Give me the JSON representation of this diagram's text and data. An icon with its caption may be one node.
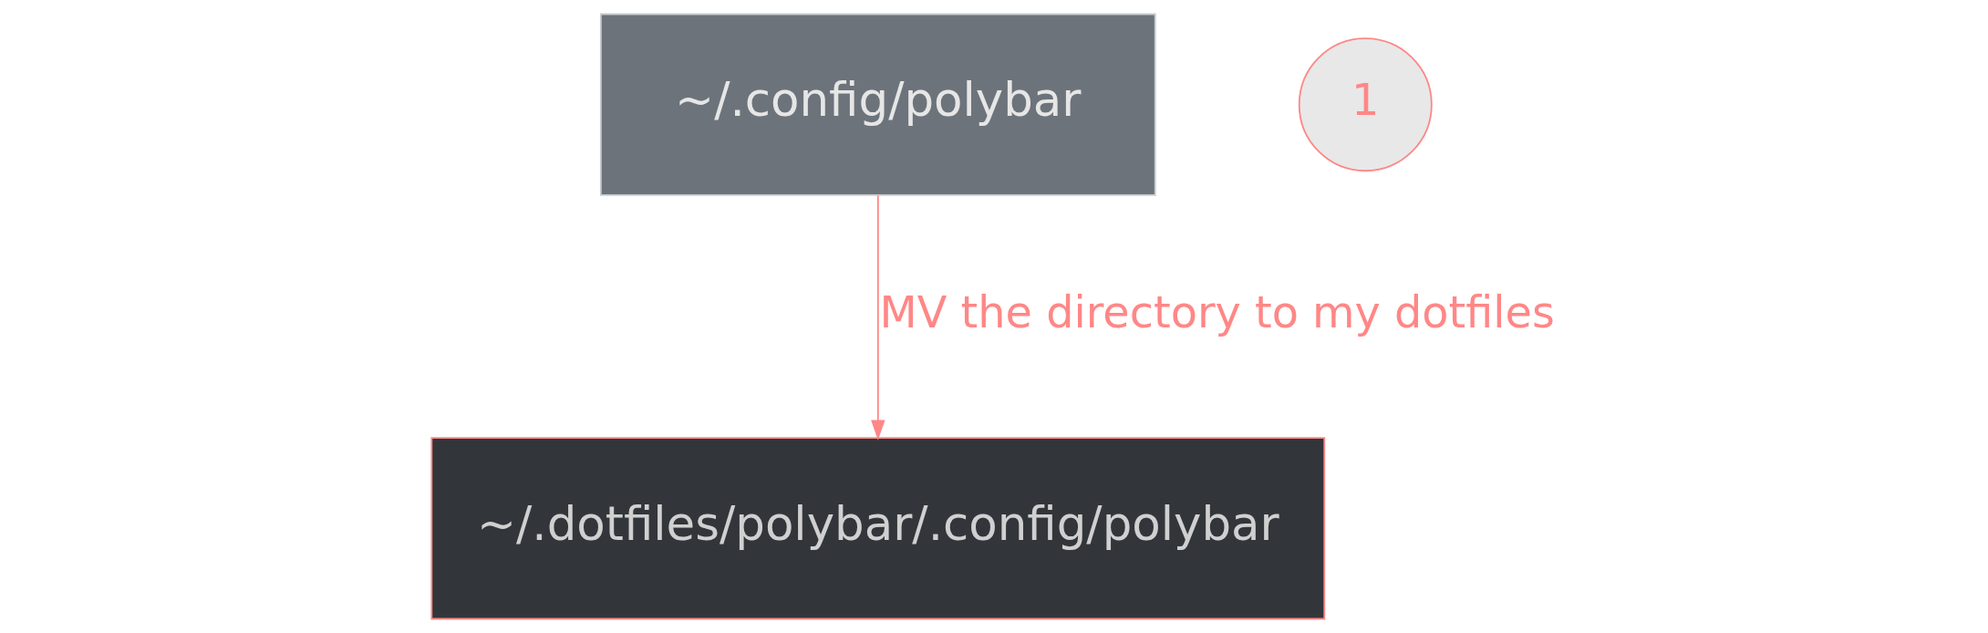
{
  "diagram": {
    "nodes": [
      {
        "text": [
          "~/.config/polybar"
        ]
      },
      {
        "text": [
          "~/.dotfiles/polybar/.config/polybar"
        ]
      },
      {
        "text": [
          "1"
        ]
      }
    ],
    "edges": [
      {
        "from": 0,
        "to": 1,
        "arrow": "to",
        "label": "MV the directory to my dotfiles",
        "color": "#ff8787"
      }
    ]
  }
}
